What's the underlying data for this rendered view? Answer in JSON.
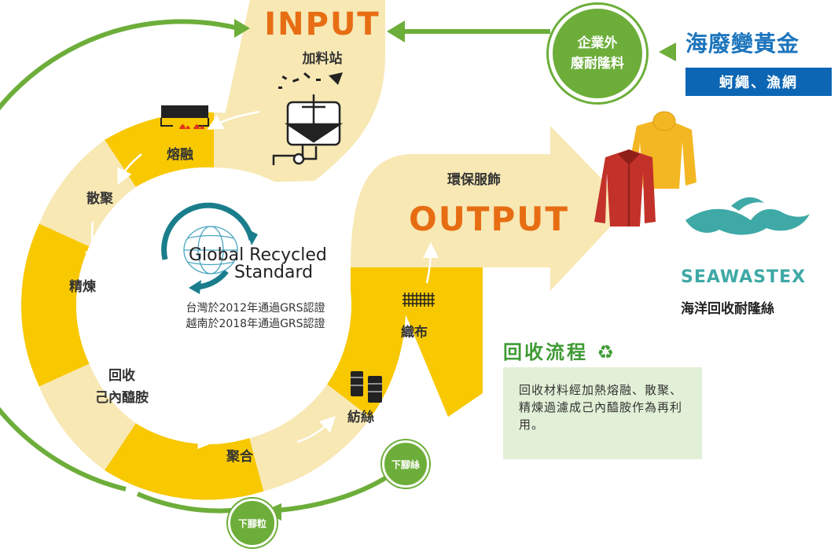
{
  "input": {
    "title": "INPUT",
    "station": "加料站"
  },
  "output": {
    "title": "OUTPUT",
    "label": "環保服飾"
  },
  "source_badge": {
    "line1": "企業外",
    "line2": "廢耐隆料"
  },
  "brand": {
    "title": "海廢變黃金",
    "subtitle": "蚵繩、漁網"
  },
  "stages": {
    "melt": "熔融",
    "aggregate": "散聚",
    "refine": "精煉",
    "recover_line1": "回收",
    "recover_line2": "己內醯胺",
    "polymerize": "聚合",
    "spin": "紡絲",
    "weave": "織布"
  },
  "loop_badges": {
    "yarn_waste": "下腳絲",
    "pellet_waste": "下腳粒"
  },
  "grs": {
    "title_line1": "Global Recycled",
    "title_line2": "Standard",
    "note_line1": "台灣於2012年通過GRS認證",
    "note_line2": "越南於2018年通過GRS認證"
  },
  "seawastex": {
    "name": "SEAWASTEX",
    "subtitle": "海洋回收耐隆絲"
  },
  "process": {
    "title": "回收流程",
    "description": "回收材料經加熱熔融、散聚、精煉過濾成己內醯胺作為再利用。"
  },
  "colors": {
    "yellow": "#f8c800",
    "cream": "#f8e8b4",
    "orange": "#e76d13",
    "green": "#6dae3a",
    "blue": "#0c66b4",
    "teal": "#3ea9a6"
  }
}
